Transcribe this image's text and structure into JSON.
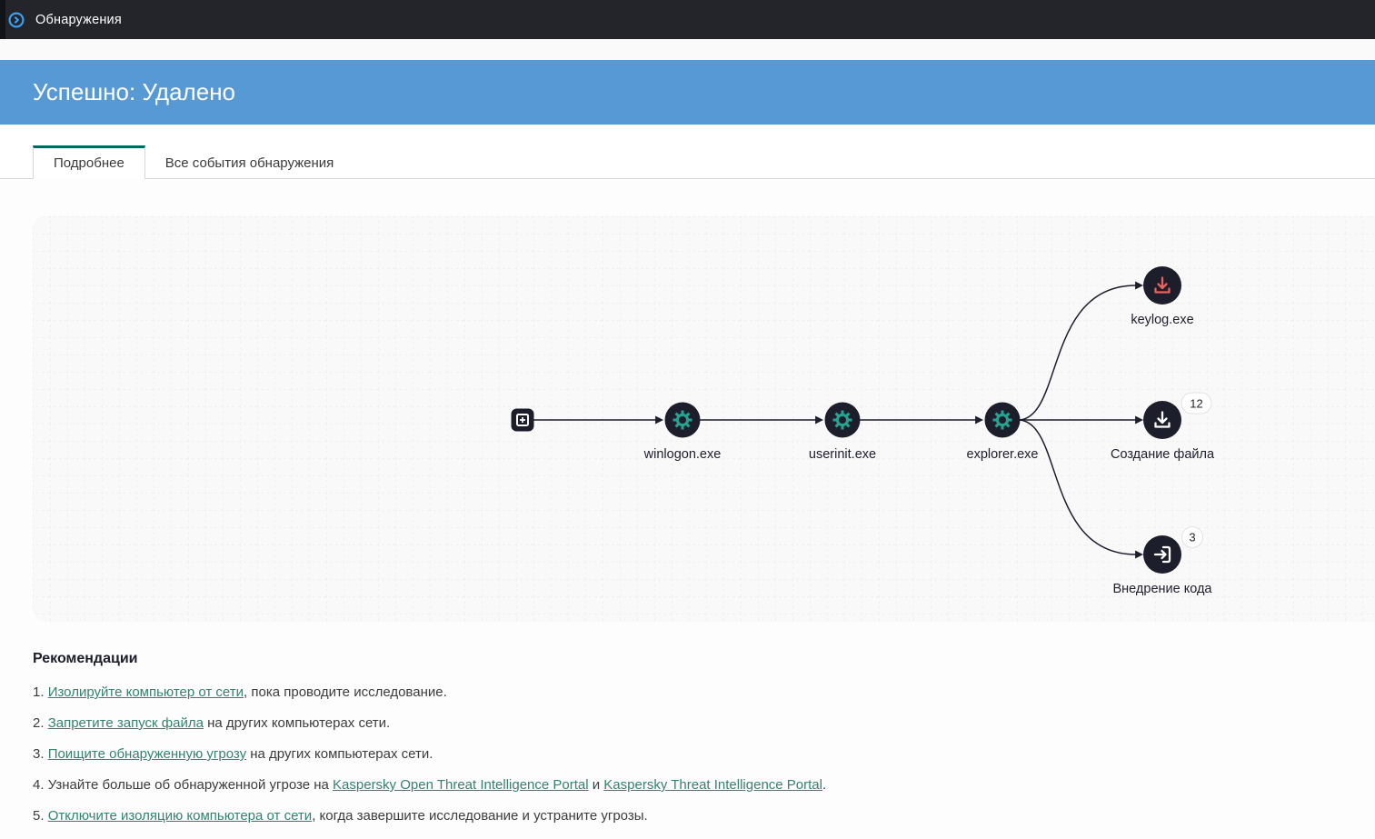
{
  "topbar": {
    "title": "Обнаружения",
    "icon": "detection-circle-arrow-icon"
  },
  "banner": {
    "title": "Успешно: Удалено"
  },
  "tabs": [
    {
      "label": "Подробнее",
      "active": true
    },
    {
      "label": "Все события обнаружения",
      "active": false
    }
  ],
  "graph": {
    "nodes": [
      {
        "id": "root-collapsed",
        "type": "expand-plus-square",
        "label": ""
      },
      {
        "id": "winlogon",
        "label": "winlogon.exe",
        "icon": "gear-process-icon"
      },
      {
        "id": "userinit",
        "label": "userinit.exe",
        "icon": "gear-process-icon"
      },
      {
        "id": "explorer",
        "label": "explorer.exe",
        "icon": "gear-process-icon"
      },
      {
        "id": "keylog",
        "label": "keylog.exe",
        "icon": "download-file-icon",
        "icon_color": "red"
      },
      {
        "id": "file-creation",
        "label": "Создание файла",
        "icon": "download-file-icon",
        "icon_color": "white",
        "badge": "12"
      },
      {
        "id": "code-injection",
        "label": "Внедрение кода",
        "icon": "code-inject-login-icon",
        "icon_color": "white",
        "badge": "3"
      }
    ],
    "edges": [
      "root-collapsed→winlogon",
      "winlogon→userinit",
      "userinit→explorer",
      "explorer→keylog",
      "explorer→file-creation",
      "explorer→code-injection"
    ]
  },
  "recommendations": {
    "heading": "Рекомендации",
    "items": [
      {
        "num": "1.",
        "link": "Изолируйте компьютер от сети",
        "rest": ", пока проводите исследование."
      },
      {
        "num": "2.",
        "link": "Запретите запуск файла",
        "rest": " на других компьютерах сети."
      },
      {
        "num": "3.",
        "link": "Поищите обнаруженную угрозу",
        "rest": " на других компьютерах сети."
      },
      {
        "num": "4.",
        "pre": "Узнайте больше об обнаруженной угрозе на ",
        "link": "Kaspersky Open Threat Intelligence Portal",
        "mid": " и ",
        "link2": "Kaspersky Threat Intelligence Portal",
        "rest": "."
      },
      {
        "num": "5.",
        "link": "Отключите изоляцию компьютера от сети",
        "rest": ", когда завершите исследование и устраните угрозы."
      }
    ]
  },
  "colors": {
    "topbar_bg": "#24252a",
    "banner_blue": "#5799d5",
    "tab_accent_teal": "#00695e",
    "node_dark": "#1d1e2c",
    "gear_teal": "#27a391",
    "alert_red": "#e8625d",
    "link_green": "#35826e",
    "topbar_icon_blue": "#3aa0f2"
  }
}
